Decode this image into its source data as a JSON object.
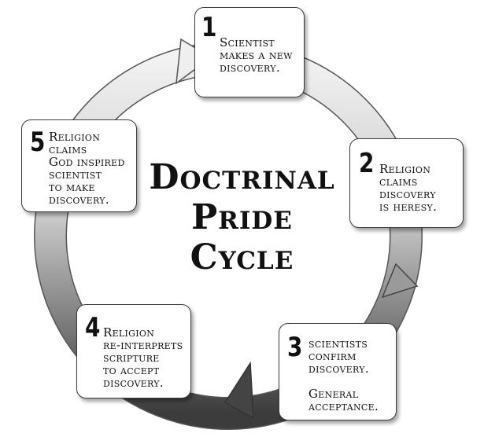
{
  "title": {
    "line1": "Doctrinal",
    "line2": "Pride",
    "line3": "Cycle"
  },
  "steps": [
    {
      "number": "1",
      "lines": [
        "Scientist",
        "makes a new",
        "discovery."
      ]
    },
    {
      "number": "2",
      "lines": [
        "Religion",
        "claims",
        "discovery",
        "is heresy."
      ]
    },
    {
      "number": "3",
      "lines": [
        "scientists",
        "confirm",
        "discovery.",
        "",
        "General",
        "acceptance."
      ]
    },
    {
      "number": "4",
      "lines": [
        "Religion",
        "re-interprets",
        "scripture",
        "to accept",
        "discovery."
      ]
    },
    {
      "number": "5",
      "lines": [
        "Religion",
        "claims",
        "God inspired",
        "scientist",
        "to make",
        "discovery."
      ]
    }
  ]
}
